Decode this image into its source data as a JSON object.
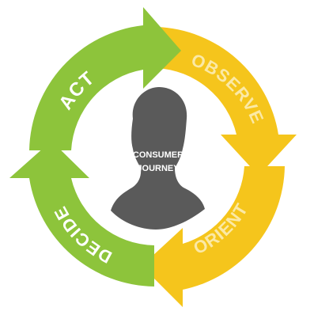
{
  "cycle": {
    "center": {
      "line1": "CONSUMER",
      "line2": "JOURNEY"
    },
    "segments": [
      {
        "id": "act",
        "label": "ACT"
      },
      {
        "id": "observe",
        "label": "OBSERVE"
      },
      {
        "id": "orient",
        "label": "ORIENT"
      },
      {
        "id": "decide",
        "label": "DECIDE"
      }
    ]
  },
  "colors": {
    "green": "#8dc43b",
    "green_dark": "#7fb531",
    "yellow": "#f5c51c",
    "yellow_dark": "#efbb10",
    "head": "#5a5a5a",
    "label_on_green": "#ffffff",
    "label_on_yellow": "#fbe9a6"
  }
}
